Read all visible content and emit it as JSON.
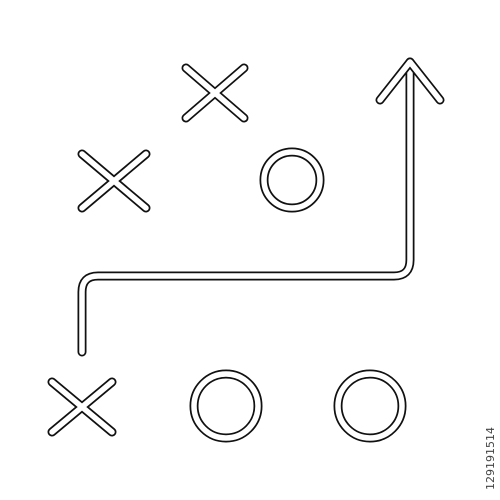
{
  "icon": {
    "name": "football-play-strategy-icon",
    "stroke_color": "#111111",
    "fill_color": "#ffffff",
    "style": "outline",
    "marks": [
      "x",
      "x",
      "o",
      "x",
      "o",
      "o"
    ],
    "route": "arrow"
  },
  "watermark": {
    "vertical_id": "129191514"
  }
}
